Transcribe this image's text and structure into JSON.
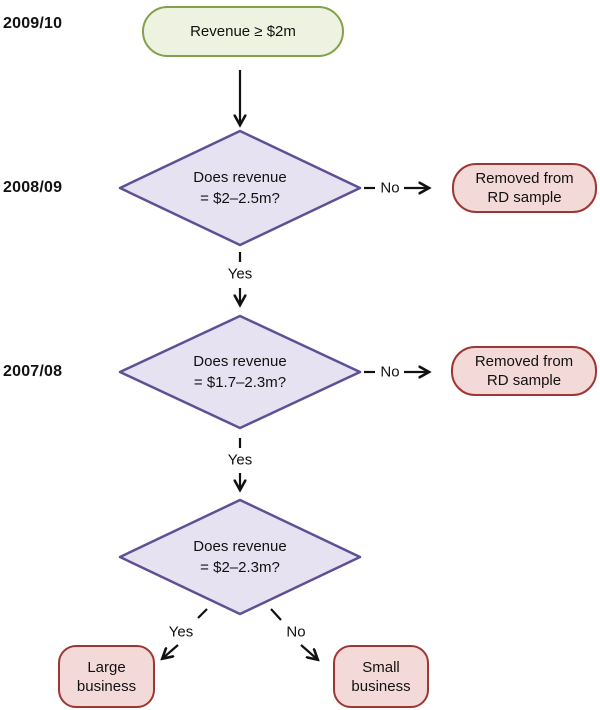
{
  "diagram": {
    "title_hint": "Revenue regression-discontinuity sample flowchart",
    "years": [
      "2009/10",
      "2008/09",
      "2007/08"
    ],
    "nodes": {
      "start": {
        "label": "Revenue ≥ $2m"
      },
      "decision1": {
        "line1": "Does revenue",
        "line2": "= $2–2.5m?"
      },
      "decision2": {
        "line1": "Does revenue",
        "line2": "= $1.7–2.3m?"
      },
      "decision3": {
        "line1": "Does revenue",
        "line2": "= $2–2.3m?"
      },
      "removed1": {
        "line1": "Removed from",
        "line2": "RD sample"
      },
      "removed2": {
        "line1": "Removed from",
        "line2": "RD sample"
      },
      "large": {
        "line1": "Large",
        "line2": "business"
      },
      "small": {
        "line1": "Small",
        "line2": "business"
      }
    },
    "edge_labels": {
      "no1": "No",
      "no2": "No",
      "no3": "No",
      "yes1": "Yes",
      "yes2": "Yes",
      "yes3": "Yes"
    },
    "colors": {
      "start_fill": "#edf3e0",
      "start_border": "#7fa24a",
      "decision_fill": "#e7e2f2",
      "decision_border": "#5f5096",
      "terminal_fill": "#f3dad8",
      "terminal_border": "#9e3734",
      "line": "#111111",
      "text": "#111111",
      "background": "#ffffff"
    }
  }
}
